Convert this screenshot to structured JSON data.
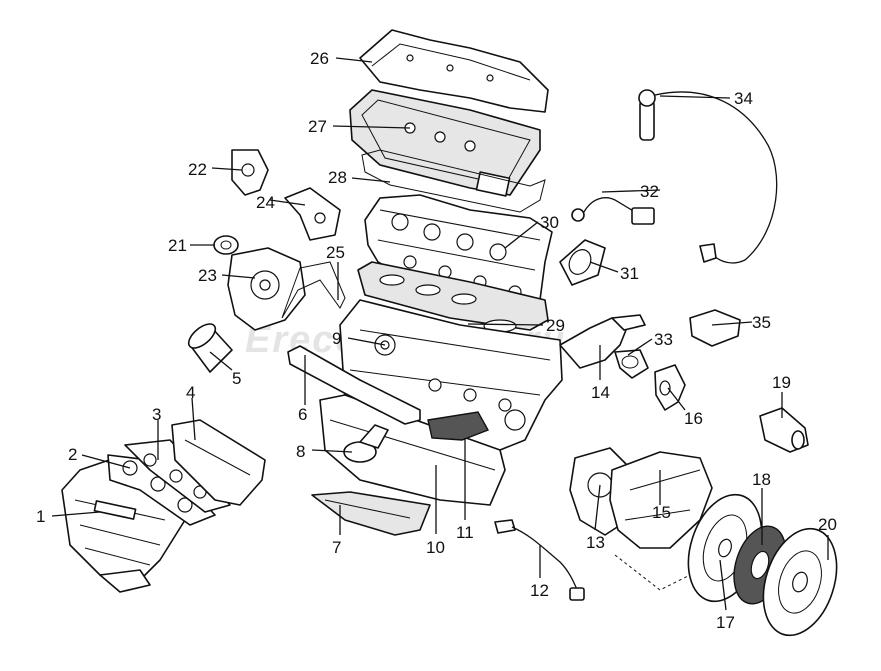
{
  "diagram": {
    "watermark_text": "Ereccio.parts.ru",
    "callout_labels": [
      "1",
      "2",
      "3",
      "4",
      "5",
      "6",
      "7",
      "8",
      "9",
      "10",
      "11",
      "12",
      "13",
      "14",
      "15",
      "16",
      "17",
      "18",
      "19",
      "20",
      "21",
      "22",
      "23",
      "24",
      "25",
      "26",
      "27",
      "28",
      "29",
      "30",
      "31",
      "32",
      "33",
      "34",
      "35"
    ]
  }
}
